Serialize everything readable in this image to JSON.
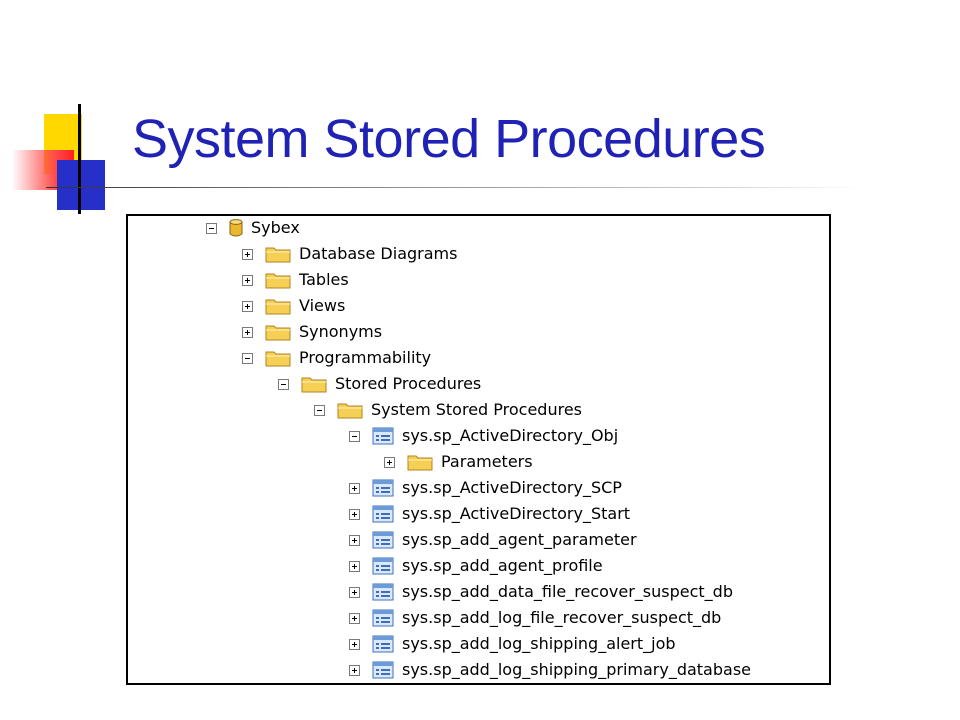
{
  "slide": {
    "title": "System Stored Procedures"
  },
  "colors": {
    "title": "#1f22b4",
    "accent_yellow": "#ffd800",
    "accent_blue": "#2630c8",
    "accent_red": "#ff2020"
  },
  "tree": {
    "nodes": [
      {
        "label": "Sybex",
        "state": "expanded",
        "icon": "database-icon"
      },
      {
        "label": "Database Diagrams",
        "state": "collapsed",
        "icon": "folder-icon"
      },
      {
        "label": "Tables",
        "state": "collapsed",
        "icon": "folder-icon"
      },
      {
        "label": "Views",
        "state": "collapsed",
        "icon": "folder-icon"
      },
      {
        "label": "Synonyms",
        "state": "collapsed",
        "icon": "folder-icon"
      },
      {
        "label": "Programmability",
        "state": "expanded",
        "icon": "folder-icon"
      },
      {
        "label": "Stored Procedures",
        "state": "expanded",
        "icon": "folder-icon"
      },
      {
        "label": "System Stored Procedures",
        "state": "expanded",
        "icon": "folder-icon"
      },
      {
        "label": "sys.sp_ActiveDirectory_Obj",
        "state": "expanded",
        "icon": "stored-procedure-icon"
      },
      {
        "label": "Parameters",
        "state": "collapsed",
        "icon": "folder-icon"
      },
      {
        "label": "sys.sp_ActiveDirectory_SCP",
        "state": "collapsed",
        "icon": "stored-procedure-icon"
      },
      {
        "label": "sys.sp_ActiveDirectory_Start",
        "state": "collapsed",
        "icon": "stored-procedure-icon"
      },
      {
        "label": "sys.sp_add_agent_parameter",
        "state": "collapsed",
        "icon": "stored-procedure-icon"
      },
      {
        "label": "sys.sp_add_agent_profile",
        "state": "collapsed",
        "icon": "stored-procedure-icon"
      },
      {
        "label": "sys.sp_add_data_file_recover_suspect_db",
        "state": "collapsed",
        "icon": "stored-procedure-icon"
      },
      {
        "label": "sys.sp_add_log_file_recover_suspect_db",
        "state": "collapsed",
        "icon": "stored-procedure-icon"
      },
      {
        "label": "sys.sp_add_log_shipping_alert_job",
        "state": "collapsed",
        "icon": "stored-procedure-icon"
      },
      {
        "label": "sys.sp_add_log_shipping_primary_database",
        "state": "collapsed",
        "icon": "stored-procedure-icon"
      }
    ]
  }
}
